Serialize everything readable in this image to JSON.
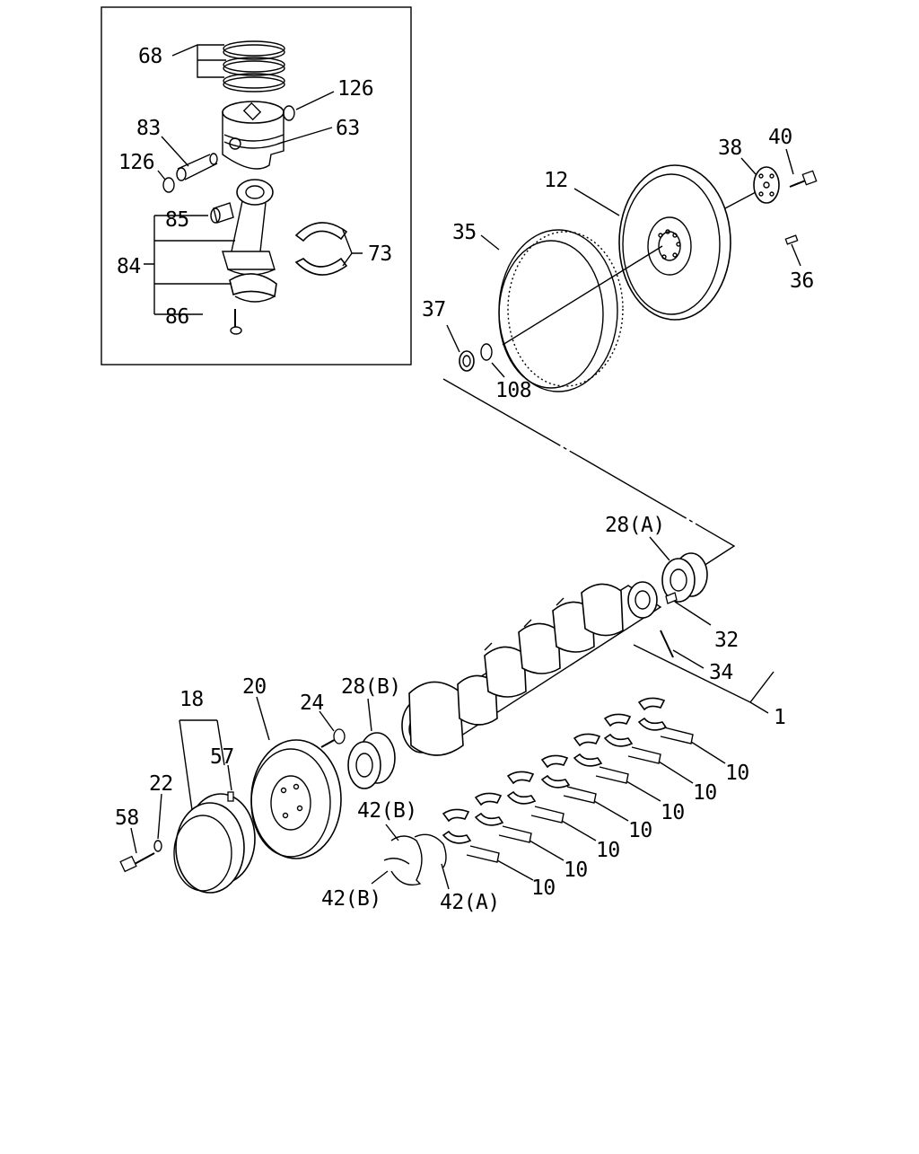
{
  "callouts": {
    "c68": "68",
    "c126a": "126",
    "c83": "83",
    "c63": "63",
    "c126b": "126",
    "c85": "85",
    "c73": "73",
    "c84": "84",
    "c86": "86",
    "c38": "38",
    "c40": "40",
    "c12": "12",
    "c35": "35",
    "c36": "36",
    "c37": "37",
    "c108": "108",
    "c28a": "28(A)",
    "c32": "32",
    "c34": "34",
    "c1": "1",
    "c18": "18",
    "c20": "20",
    "c24": "24",
    "c28b": "28(B)",
    "c57": "57",
    "c22": "22",
    "c58": "58",
    "c42b1": "42(B)",
    "c42b2": "42(B)",
    "c42a": "42(A)",
    "c10a": "10",
    "c10b": "10",
    "c10c": "10",
    "c10d": "10",
    "c10e": "10",
    "c10f": "10",
    "c10g": "10"
  },
  "colors": {
    "line": "#000000",
    "background": "#ffffff"
  }
}
